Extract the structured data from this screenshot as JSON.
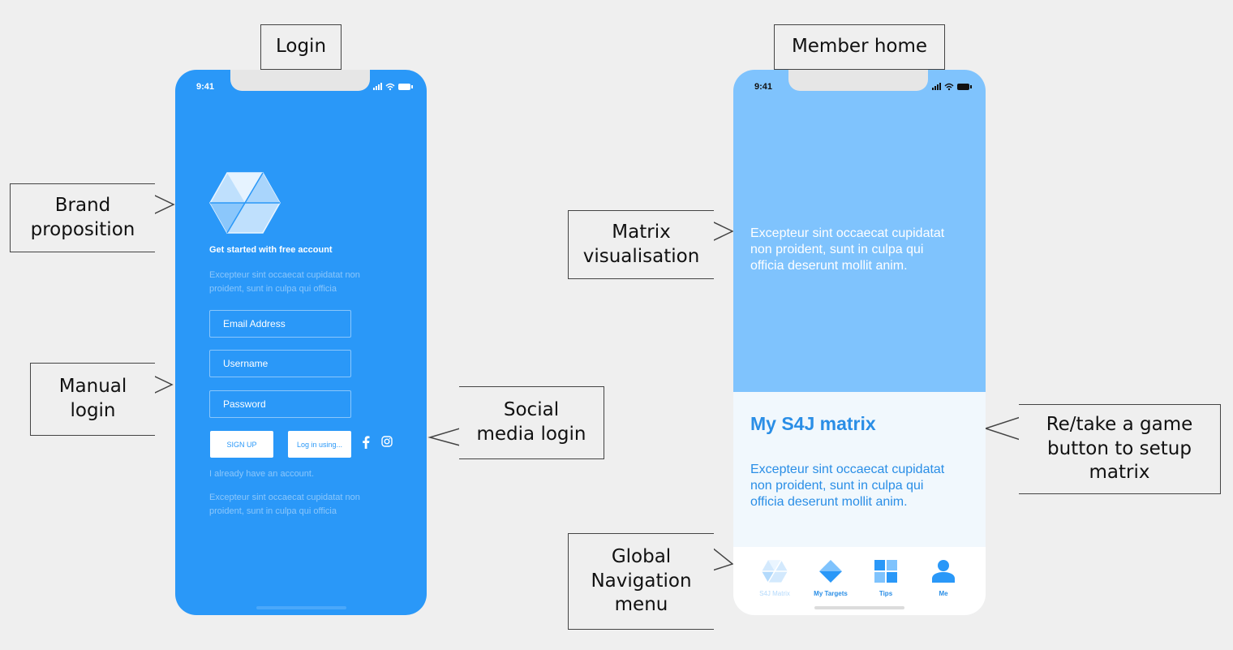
{
  "labels": {
    "login": "Login",
    "member_home": "Member home",
    "brand_line1": "Brand",
    "brand_line2": "proposition",
    "manual_line1": "Manual",
    "manual_line2": "login",
    "social_line1": "Social",
    "social_line2": "media login",
    "matrix_line1": "Matrix",
    "matrix_line2": "visualisation",
    "nav_line1": "Global",
    "nav_line2": "Navigation",
    "nav_line3": "menu",
    "retake_line1": "Re/take a game",
    "retake_line2": "button to setup",
    "retake_line3": "matrix"
  },
  "login_screen": {
    "time": "9:41",
    "heading": "Get started with free account",
    "intro_line1": "Excepteur sint occaecat cupidatat non",
    "intro_line2": "proident, sunt in culpa qui officia",
    "email_placeholder": "Email Address",
    "username_placeholder": "Username",
    "password_placeholder": "Password",
    "signup_label": "SIGN UP",
    "login_using_label": "Log in using...",
    "have_account": "I already have an account.",
    "footer_line1": "Excepteur sint occaecat cupidatat non",
    "footer_line2": "proident, sunt in culpa qui officia"
  },
  "member_screen": {
    "time": "9:41",
    "matrix_line1": "Excepteur sint occaecat cupidatat",
    "matrix_line2": "non proident, sunt in culpa qui",
    "matrix_line3": "officia deserunt mollit anim.",
    "title": "My S4J matrix",
    "body_line1": "Excepteur sint occaecat cupidatat",
    "body_line2": "non proident, sunt in culpa qui",
    "body_line3": "officia deserunt mollit anim.",
    "nav": [
      {
        "label": "S4J Matrix",
        "icon": "cube-icon"
      },
      {
        "label": "My Targets",
        "icon": "diamond-icon"
      },
      {
        "label": "Tips",
        "icon": "grid-icon"
      },
      {
        "label": "Me",
        "icon": "user-icon"
      }
    ]
  },
  "colors": {
    "primary_blue": "#2a98f8",
    "light_blue": "#7fc3fd",
    "pale_blue": "#f1f8fd"
  }
}
